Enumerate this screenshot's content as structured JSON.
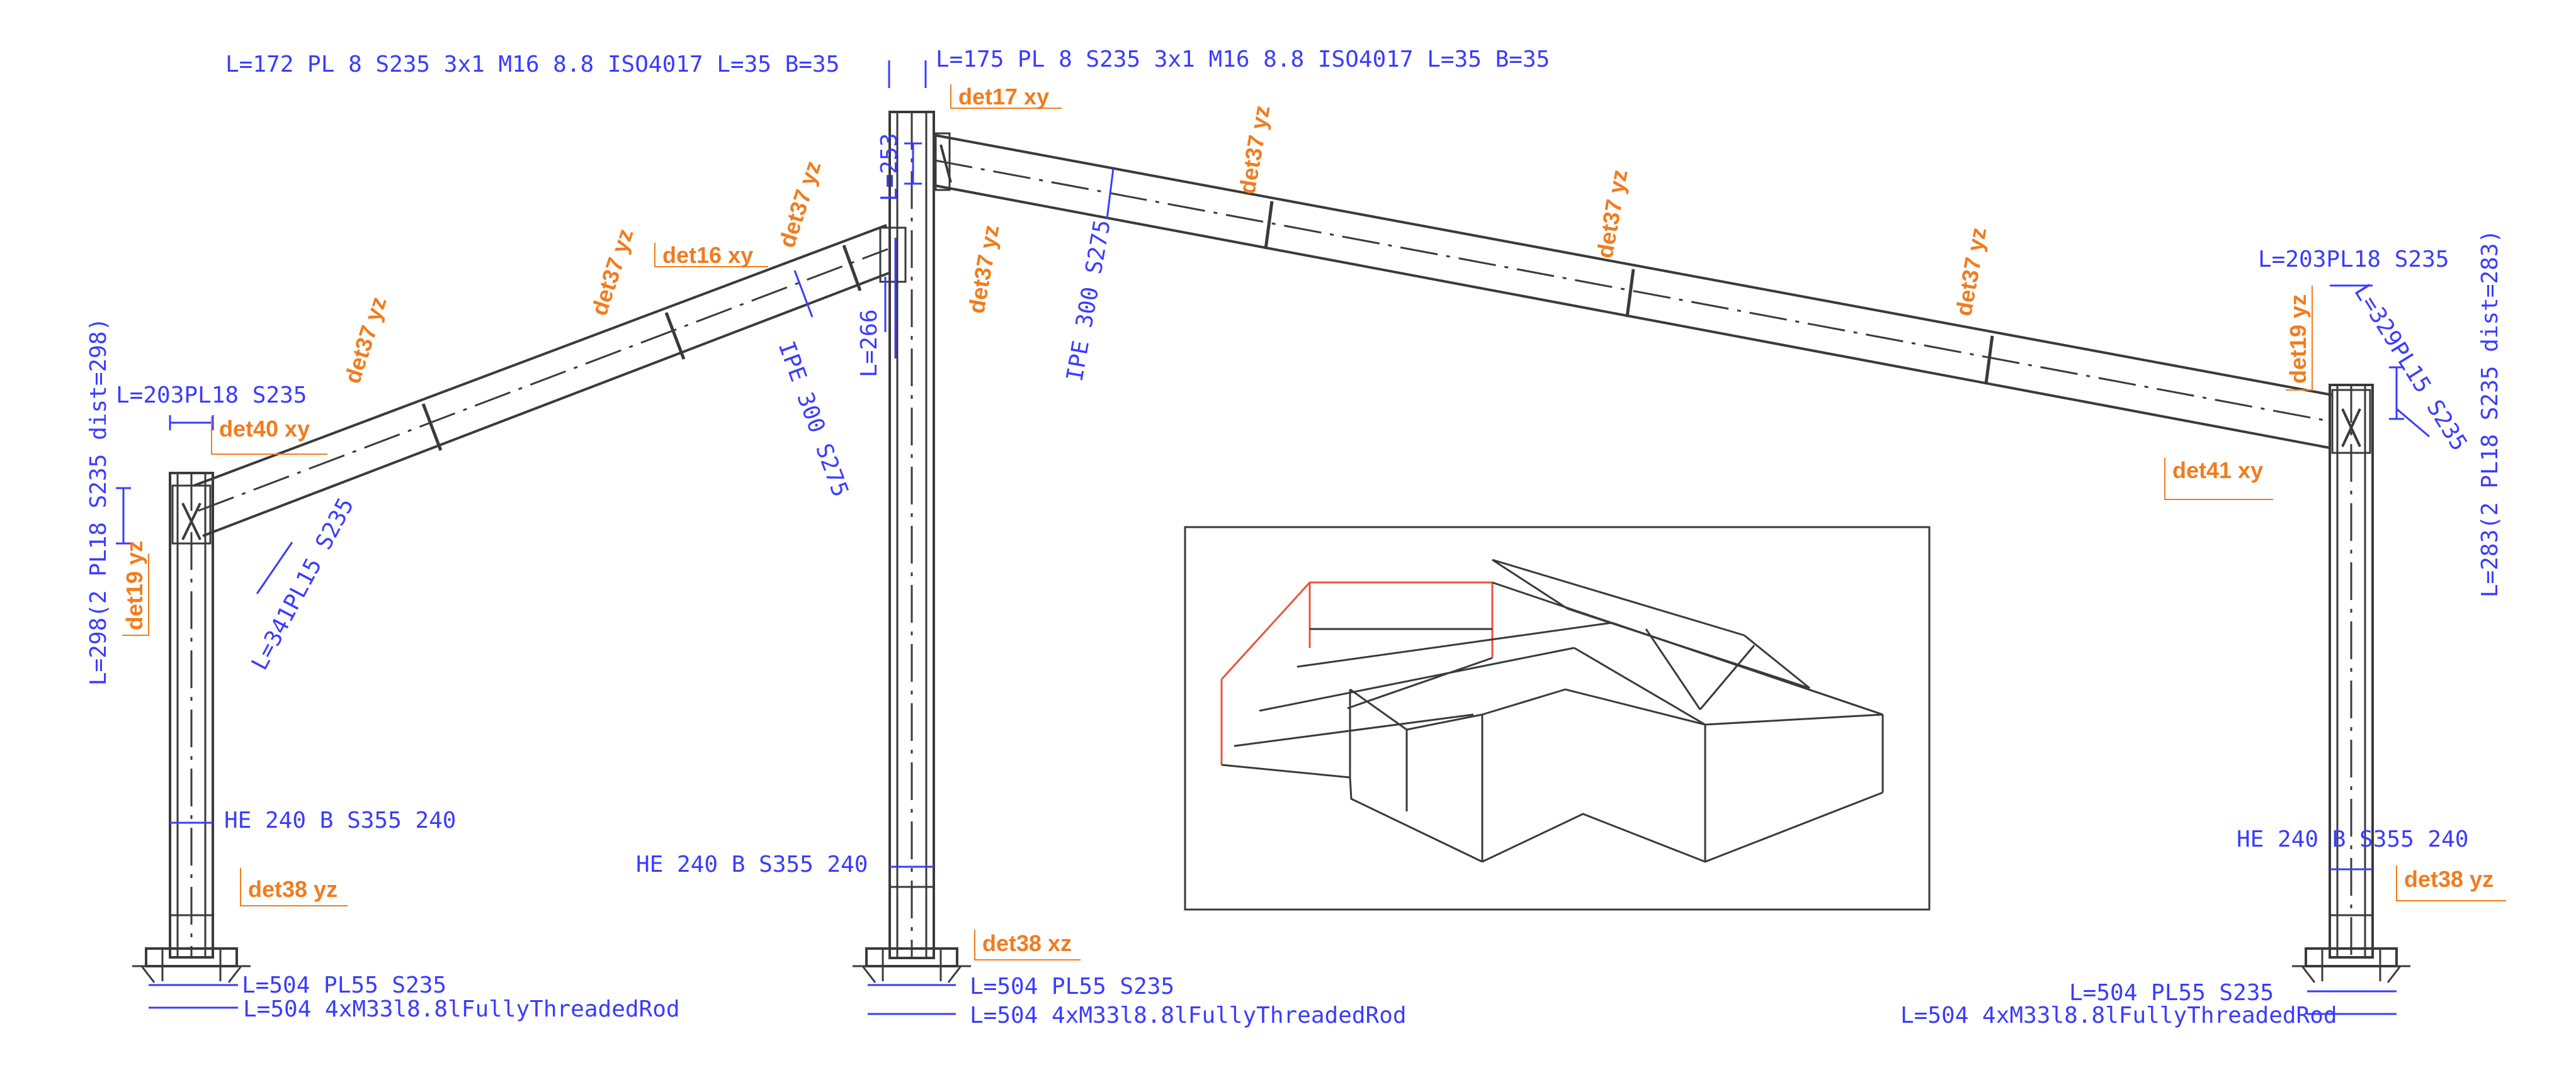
{
  "annotations": {
    "top_left_plate": "L=172 PL 8 S235   3x1 M16 8.8 ISO4017 L=35 B=35",
    "top_right_plate": "L=175 PL 8 S235   3x1 M16 8.8 ISO4017 L=35 B=35",
    "dim_l253": "L=253",
    "dim_l266": "L=266",
    "left_rafter_profile": "IPE 300 S275",
    "right_rafter_profile": "IPE 300 S275",
    "left_plate": "L=203PL18 S235",
    "right_plate": "L=203PL18 S235",
    "left_stiffener": "L=341PL15 S235",
    "right_stiffener": "L=329PL15 S235",
    "left_vertical": "L=298(2 PL18 S235 dist=298)",
    "right_vertical": "L=283(2 PL18 S235 dist=283)",
    "left_column": "HE 240 B S355 240",
    "middle_column": "HE 240 B S355 240",
    "right_column": "HE 240 B S355 240",
    "base_left_plate": "L=504  PL55 S235",
    "base_left_rod": "L=504 4xM33l8.8lFullyThreadedRod",
    "base_mid_plate": "L=504 PL55 S235",
    "base_mid_rod": "L=504 4xM33l8.8lFullyThreadedRod",
    "base_right_plate": "L=504  PL55 S235",
    "base_right_rod": "L=504 4xM33l8.8lFullyThreadedRod"
  },
  "details": {
    "det17": "det17 xy",
    "det16": "det16 xy",
    "det40": "det40 xy",
    "det41": "det41 xy",
    "det19_left": "det19 yz",
    "det19_right": "det19 yz",
    "det37": "det37 yz",
    "det38_left": "det38 yz",
    "det38_mid": "det38 xz",
    "det38_right": "det38 yz"
  },
  "colors": {
    "dimension_blue": "#3a3cff",
    "detail_orange": "#f07c1e",
    "steel_gray": "#3a3a3a",
    "highlight_red": "#e8553a"
  }
}
